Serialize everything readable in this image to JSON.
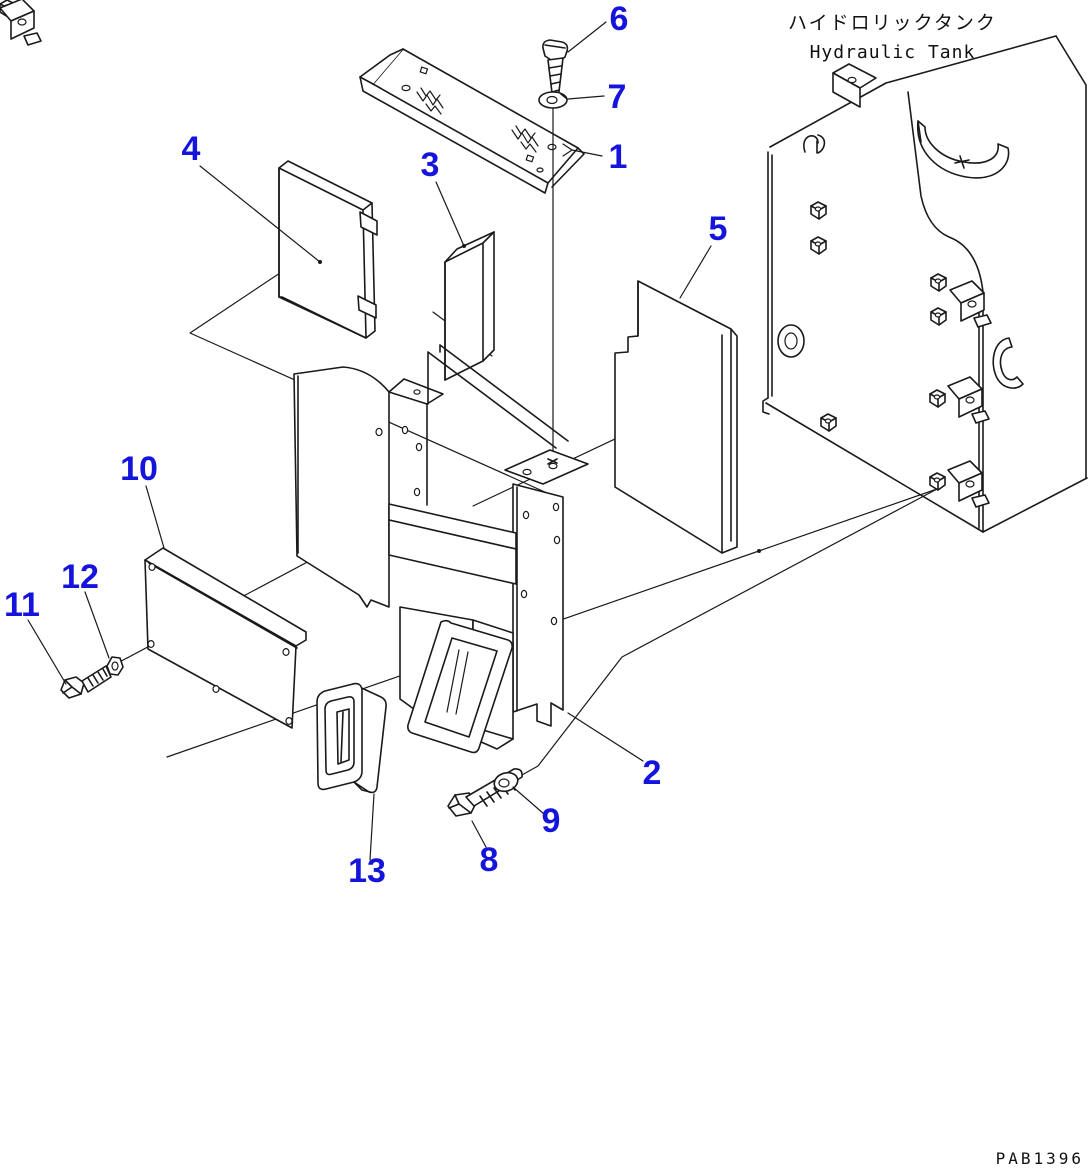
{
  "drawing": {
    "title_ja": "ハイドロリックタンク",
    "title_en": "Hydraulic Tank",
    "code": "PAB1396",
    "callouts": [
      {
        "num": "1"
      },
      {
        "num": "2"
      },
      {
        "num": "3"
      },
      {
        "num": "4"
      },
      {
        "num": "5"
      },
      {
        "num": "6"
      },
      {
        "num": "7"
      },
      {
        "num": "8"
      },
      {
        "num": "9"
      },
      {
        "num": "10"
      },
      {
        "num": "11"
      },
      {
        "num": "12"
      },
      {
        "num": "13"
      }
    ]
  },
  "colors": {
    "callout_blue": "#1414dd",
    "line_black": "#1a1a1a",
    "background": "#ffffff"
  }
}
